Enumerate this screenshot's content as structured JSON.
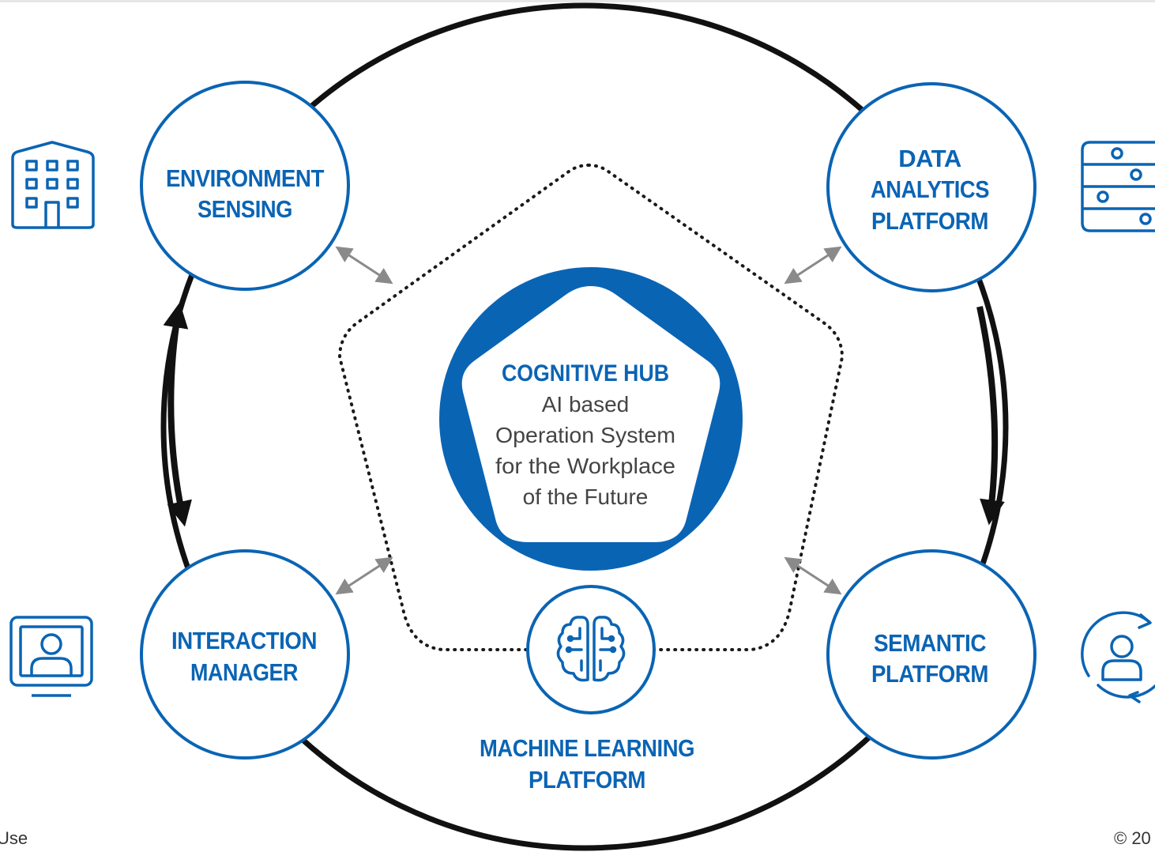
{
  "colors": {
    "brand_blue": "#0a64b4",
    "ring": "#111111",
    "connector": "#8a8a8a",
    "dotted": "#1a1a1a",
    "white": "#ffffff"
  },
  "nodes": {
    "environment_sensing": {
      "lines": [
        "ENVIRONMENT",
        "SENSING"
      ],
      "icon": "building-icon"
    },
    "data_analytics": {
      "lines": [
        "DATA",
        "ANALYTICS",
        "PLATFORM"
      ],
      "icon": "server-rack-icon"
    },
    "interaction_manager": {
      "lines": [
        "INTERACTION",
        "MANAGER"
      ],
      "icon": "monitor-user-icon"
    },
    "semantic_platform": {
      "lines": [
        "SEMANTIC",
        "PLATFORM"
      ],
      "icon": "user-sync-icon"
    },
    "machine_learning": {
      "lines": [
        "MACHINE LEARNING",
        "PLATFORM"
      ],
      "icon": "brain-circuit-icon"
    }
  },
  "hub": {
    "title": "COGNITIVE HUB",
    "lines": [
      "AI based",
      "Operation System",
      "for the Workplace",
      "of the Future"
    ]
  },
  "footer": {
    "left": "Use",
    "right": "© 20"
  }
}
